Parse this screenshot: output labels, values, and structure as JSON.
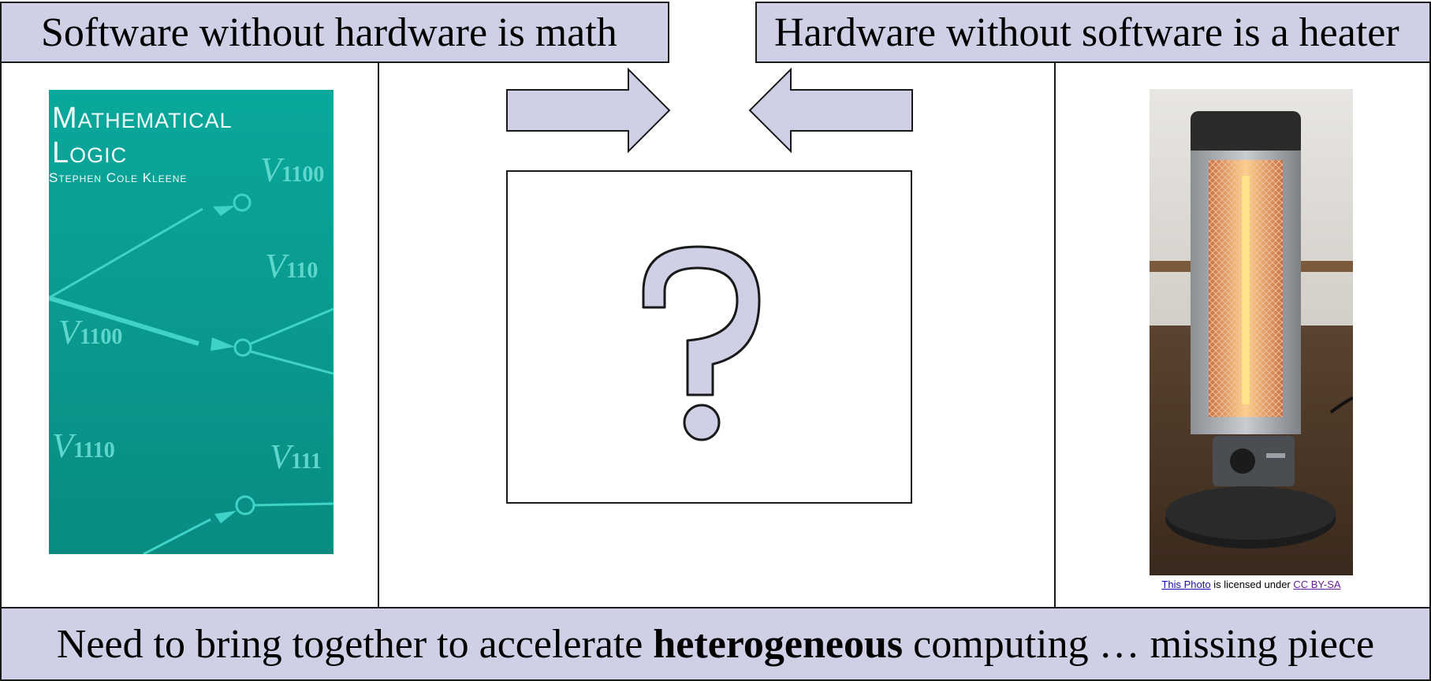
{
  "banners": {
    "left": "Software without hardware is math",
    "right": "Hardware without software is a heater",
    "bottom_prefix": "Need to bring together to accelerate ",
    "bottom_bold": "heterogeneous",
    "bottom_suffix": " computing … missing piece"
  },
  "book": {
    "title_line1": "Mathematical",
    "title_line2": "Logic",
    "author": "Stephen Cole Kleene",
    "labels": [
      {
        "v": "V",
        "sub": "1100"
      },
      {
        "v": "V",
        "sub": "110"
      },
      {
        "v": "V",
        "sub": "1100"
      },
      {
        "v": "V",
        "sub": "1110"
      },
      {
        "v": "V",
        "sub": "111"
      }
    ]
  },
  "center": {
    "symbol": "?"
  },
  "caption": {
    "link_text": "This Photo",
    "middle": " is licensed under ",
    "license_text": "CC BY-SA"
  },
  "colors": {
    "accent_fill": "#cfd0e6",
    "book_teal": "#0a9e93"
  },
  "icons": [
    "arrow-right-icon",
    "arrow-left-icon",
    "question-mark-icon"
  ]
}
